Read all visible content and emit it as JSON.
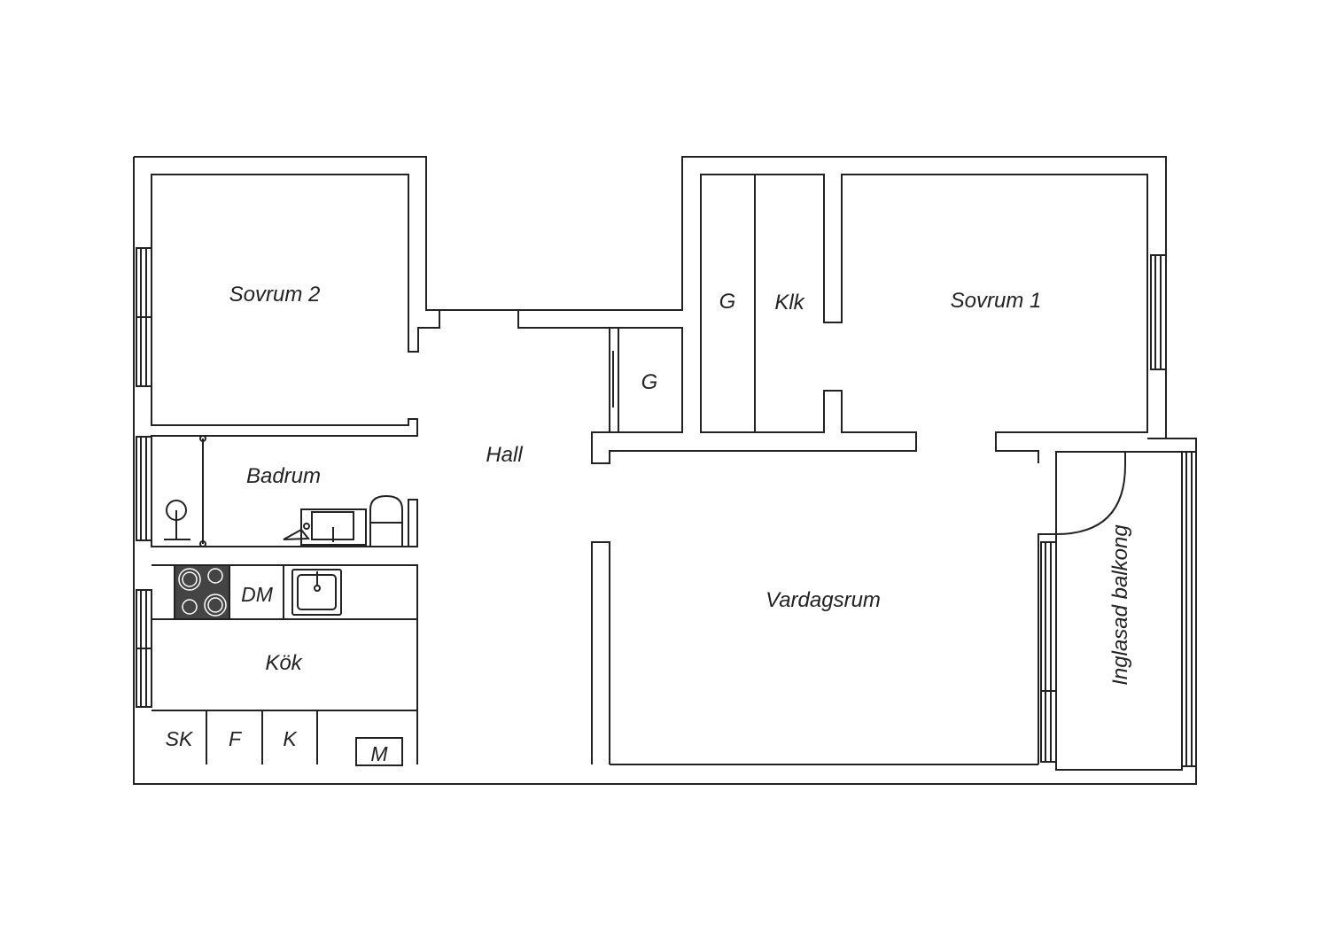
{
  "colors": {
    "wall": "#222222",
    "background": "#ffffff",
    "stove": "#444444"
  },
  "rooms": {
    "sovrum2": "Sovrum 2",
    "sovrum1": "Sovrum 1",
    "badrum": "Badrum",
    "hall": "Hall",
    "garderob_hall": "G",
    "garderob_top": "G",
    "klk": "Klk",
    "vardagsrum": "Vardagsrum",
    "kok": "Kök",
    "balkong": "Inglasad balkong"
  },
  "fixtures": {
    "dm": "DM",
    "sk": "SK",
    "f": "F",
    "k": "K",
    "m": "M"
  }
}
